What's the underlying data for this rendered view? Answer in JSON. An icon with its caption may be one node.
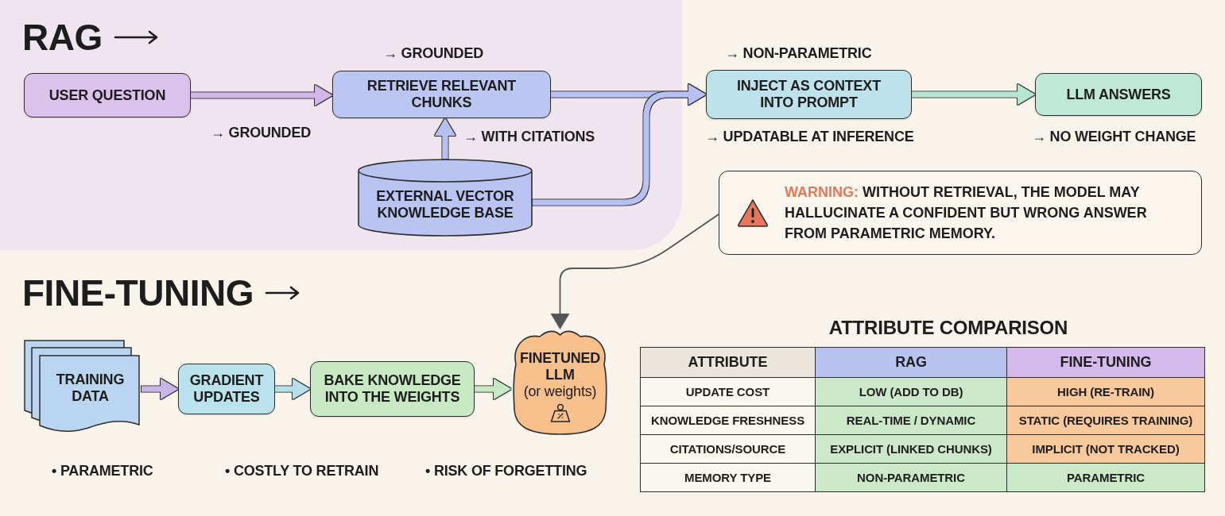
{
  "diagram": {
    "nodes": [
      {
        "text": [
          "RAG"
        ]
      },
      {
        "text": [
          "USER QUESTION"
        ],
        "in": 0
      },
      {
        "text": [
          "RETRIEVE RELEVANT CHUNKS"
        ],
        "in": 0,
        "beside": [
          "→ GROUNDED"
        ]
      },
      {
        "text": [
          "EXTERNAL VECTOR KNOWLEDGE BASE"
        ],
        "in": 0
      },
      {
        "text": [
          "INJECT AS CONTEXT INTO PROMPT"
        ],
        "beside": [
          "→ NON-PARAMETRIC",
          "→ UPDATABLE AT INFERENCE"
        ]
      },
      {
        "text": [
          "LLM ANSWERS"
        ],
        "beside": [
          "→ NO WEIGHT CHANGE"
        ]
      },
      {
        "text": [
          "**WARNING:** WITHOUT RETRIEVAL, THE MODEL MAY HALLUCINATE A CONFIDENT BUT WRONG ANSWER FROM PARAMETRIC MEMORY."
        ]
      },
      {
        "text": [
          "TRAINING DATA"
        ]
      },
      {
        "text": [
          "GRADIENT UPDATES"
        ]
      },
      {
        "text": [
          "BAKE KNOWLEDGE INTO THE WEIGHTS"
        ]
      },
      {
        "text": [
          "FINETUNED LLM",
          "(or weights)"
        ]
      }
    ],
    "edges": [
      {
        "from": 1,
        "to": 2,
        "arrow": "to",
        "label": "→ GROUNDED",
        "color": "#d3b6e8"
      },
      {
        "from": 3,
        "to": 2,
        "arrow": "to",
        "label": "→ WITH CITATIONS",
        "color": "#b6c1f1"
      },
      {
        "from": 2,
        "to": 4,
        "arrow": "to",
        "color": "#b6c1f1"
      },
      {
        "from": 3,
        "to": 4,
        "arrow": "to",
        "color": "#b6c1f1"
      },
      {
        "from": 4,
        "to": 5,
        "arrow": "to",
        "color": "#b5e6d2"
      },
      {
        "from": 6,
        "to": 10,
        "arrow": "to",
        "color": "#555555"
      },
      {
        "from": 7,
        "to": 8,
        "arrow": "to",
        "color": "#c9b6e6"
      },
      {
        "from": 8,
        "to": 9,
        "arrow": "to",
        "color": "#b6dfe8"
      },
      {
        "from": 9,
        "to": 10,
        "arrow": "to",
        "color": "#c6e8c2"
      }
    ],
    "labels": [
      "FINE-TUNING",
      "• PARAMETRIC",
      "• COSTLY TO RETRAIN",
      "• RISK OF FORGETTING",
      "ATTRIBUTE COMPARISON",
      "ATTRIBUTE",
      "RAG",
      "FINE-TUNING",
      "UPDATE COST",
      "LOW (ADD TO DB)",
      "HIGH (RE-TRAIN)",
      "KNOWLEDGE FRESHNESS",
      "REAL-TIME / DYNAMIC",
      "STATIC (REQUIRES TRAINING)",
      "CITATIONS/SOURCE",
      "EXPLICIT (LINKED CHUNKS)",
      "IMPLICIT (NOT TRACKED)",
      "MEMORY TYPE",
      "NON-PARAMETRIC",
      "PARAMETRIC"
    ]
  }
}
